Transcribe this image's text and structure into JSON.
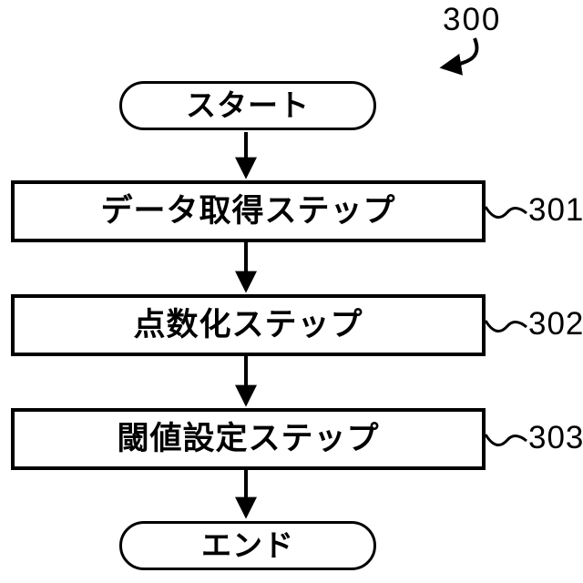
{
  "figure": {
    "reference_label": "300"
  },
  "flowchart": {
    "start": {
      "label": "スタート"
    },
    "steps": [
      {
        "label": "データ取得ステップ",
        "ref": "301"
      },
      {
        "label": "点数化ステップ",
        "ref": "302"
      },
      {
        "label": "閾値設定ステップ",
        "ref": "303"
      }
    ],
    "end": {
      "label": "エンド"
    }
  },
  "colors": {
    "background": "#ffffff",
    "line": "#000000",
    "text": "#000000"
  }
}
